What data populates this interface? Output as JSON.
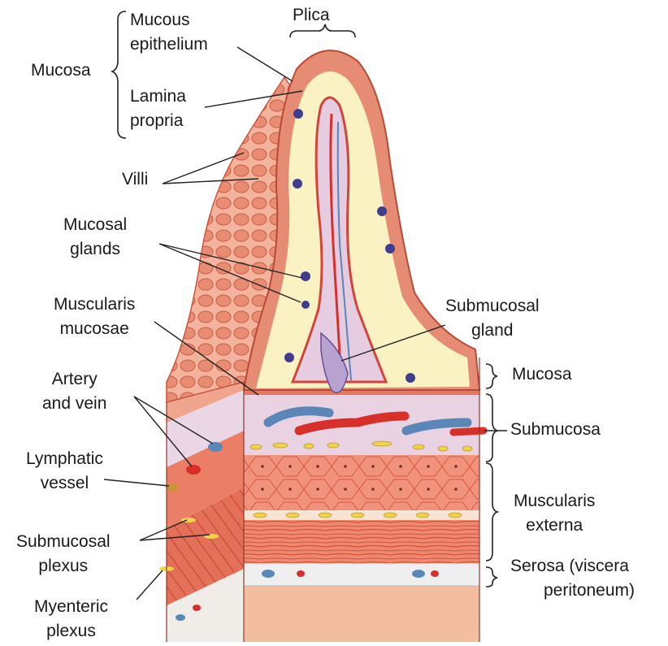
{
  "colors": {
    "epithelium": "#e58a72",
    "epithelium_dark": "#c9553f",
    "lamina": "#fbf2c4",
    "core": "#e8cfe0",
    "muscle": "#e9745c",
    "muscle_light": "#f6b3a0",
    "serosa": "#efefef",
    "outer": "#f3b99a",
    "artery": "#d7302b",
    "vein": "#5a86b8",
    "nerve": "#f1d34a",
    "gland": "#3f3e8e"
  },
  "labels": {
    "plica": "Plica",
    "mucous_epithelium": [
      "Mucous",
      "epithelium"
    ],
    "mucosa_top": "Mucosa",
    "lamina_propria": [
      "Lamina",
      "propria"
    ],
    "villi": "Villi",
    "mucosal_glands": [
      "Mucosal",
      "glands"
    ],
    "muscularis_mucosae": [
      "Muscularis",
      "mucosae"
    ],
    "submucosal_gland": [
      "Submucosal",
      "gland"
    ],
    "artery_vein": [
      "Artery",
      "and vein"
    ],
    "lymphatic_vessel": [
      "Lymphatic",
      "vessel"
    ],
    "submucosal_plexus": [
      "Submucosal",
      "plexus"
    ],
    "myenteric_plexus": [
      "Myenteric",
      "plexus"
    ],
    "mucosa_right": "Mucosa",
    "submucosa": "Submucosa",
    "muscularis_externa": [
      "Muscularis",
      "externa"
    ],
    "serosa": [
      "Serosa (viscera",
      "peritoneum)"
    ]
  }
}
